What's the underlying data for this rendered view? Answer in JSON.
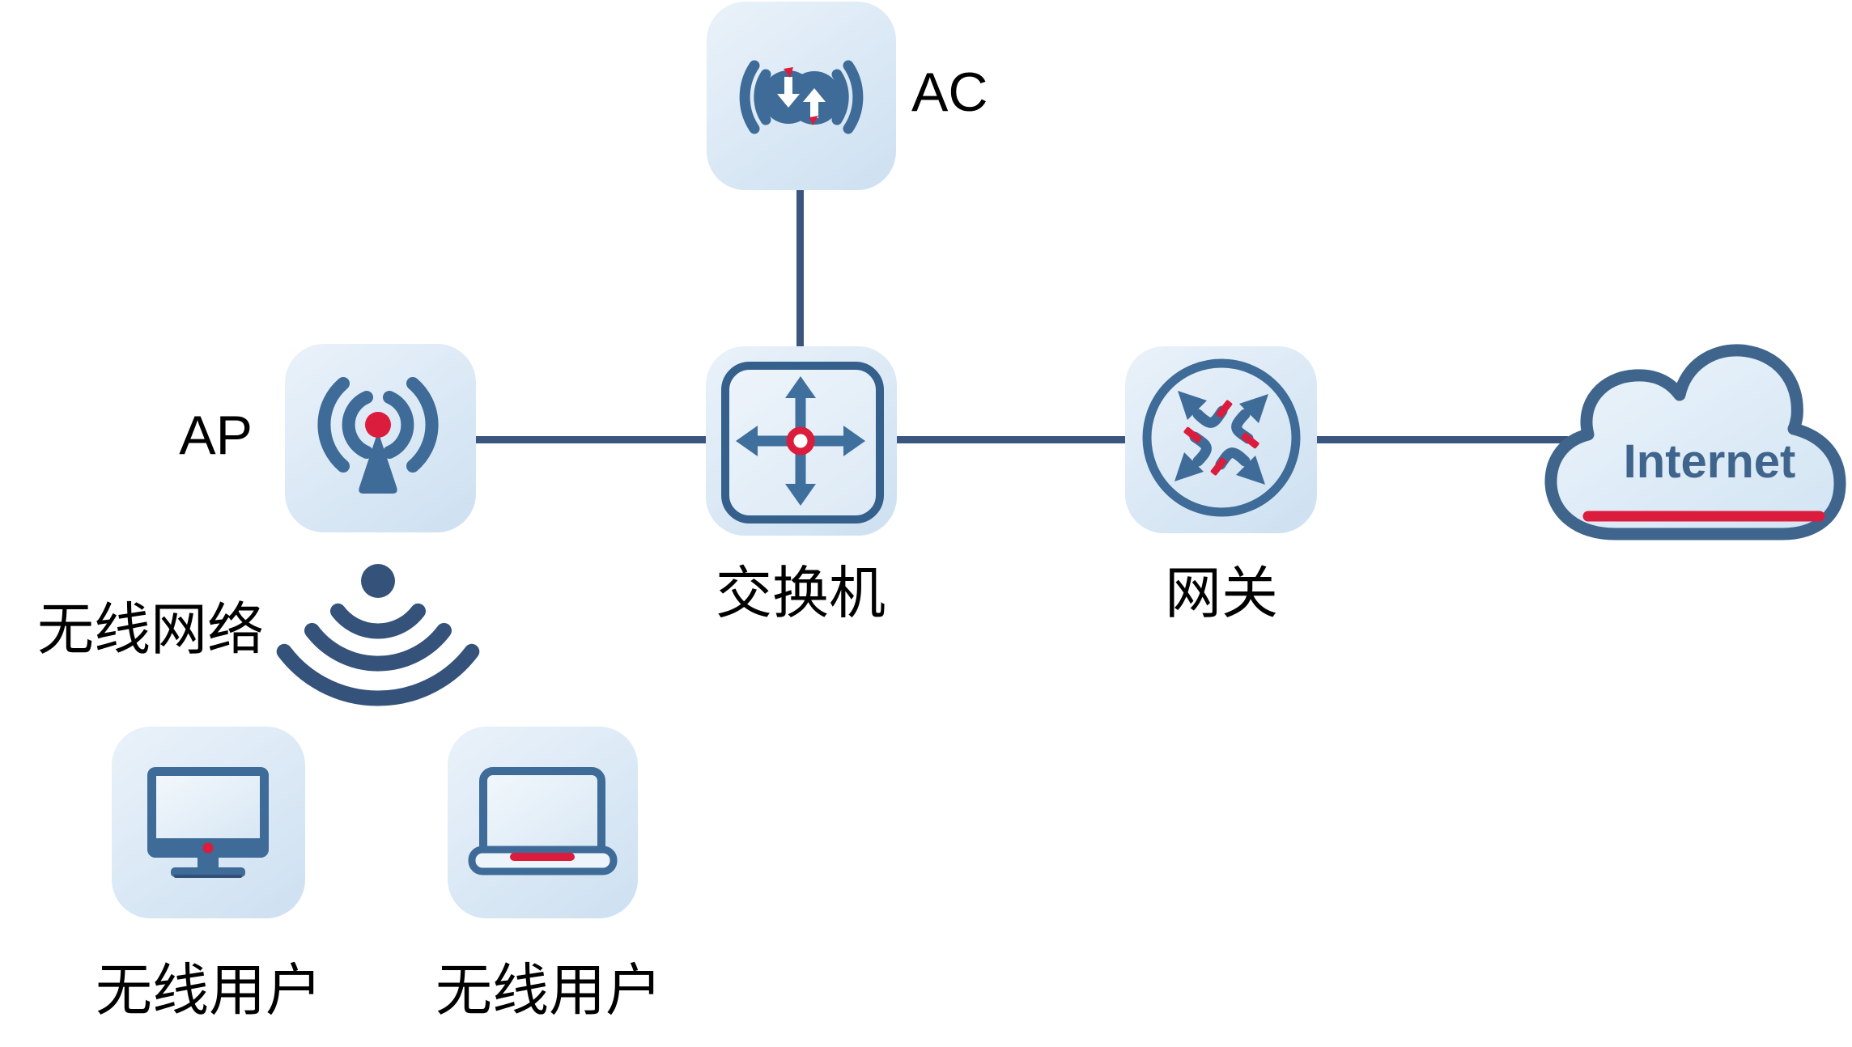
{
  "diagram": {
    "nodes": {
      "ac": {
        "label": "AC",
        "icon": "wireless-controller-icon"
      },
      "ap": {
        "label": "AP",
        "icon": "access-point-icon"
      },
      "switch": {
        "label": "交换机",
        "icon": "switch-icon"
      },
      "gateway": {
        "label": "网关",
        "icon": "router-icon"
      },
      "internet": {
        "label": "Internet",
        "icon": "cloud-icon"
      },
      "wireless_network": {
        "label": "无线网络",
        "icon": "wifi-waves-icon"
      },
      "wireless_user_1": {
        "label": "无线用户",
        "icon": "desktop-monitor-icon"
      },
      "wireless_user_2": {
        "label": "无线用户",
        "icon": "laptop-icon"
      }
    },
    "connections": [
      {
        "from": "ac",
        "to": "switch",
        "style": "solid"
      },
      {
        "from": "ap",
        "to": "switch",
        "style": "solid"
      },
      {
        "from": "switch",
        "to": "gateway",
        "style": "solid"
      },
      {
        "from": "gateway",
        "to": "internet",
        "style": "solid"
      }
    ],
    "colors": {
      "background": "#ffffff",
      "node_background_start": "#eaf2fa",
      "node_background_end": "#cde0f1",
      "icon_blue": "#3e6b97",
      "switch_border_blue": "#35608c",
      "arrow_blue": "#3f6f9c",
      "connector_line_blue": "#3a567e",
      "wave_navy": "#35527b",
      "cloud_outline_blue": "#40658d",
      "accent_red": "#dc1c3c",
      "label_text": "#000000"
    }
  }
}
